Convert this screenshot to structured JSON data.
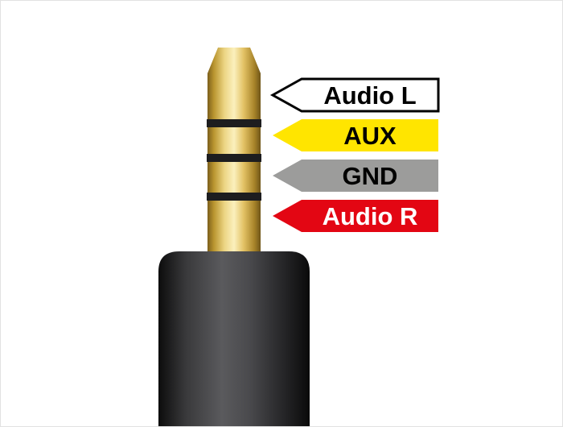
{
  "diagram": {
    "labels": [
      {
        "text": "Audio L",
        "fill": "#ffffff",
        "text_color": "#000000",
        "outline": "#000000"
      },
      {
        "text": "AUX",
        "fill": "#ffe500",
        "text_color": "#000000",
        "outline": "none"
      },
      {
        "text": "GND",
        "fill": "#9c9c9b",
        "text_color": "#000000",
        "outline": "none"
      },
      {
        "text": "Audio R",
        "fill": "#e30613",
        "text_color": "#ffffff",
        "outline": "none"
      }
    ],
    "connector": {
      "pin_color": "#e6c878",
      "ring_color": "#1d1d1f",
      "body_color": "#3a3a3c",
      "background": "#ffffff"
    }
  }
}
